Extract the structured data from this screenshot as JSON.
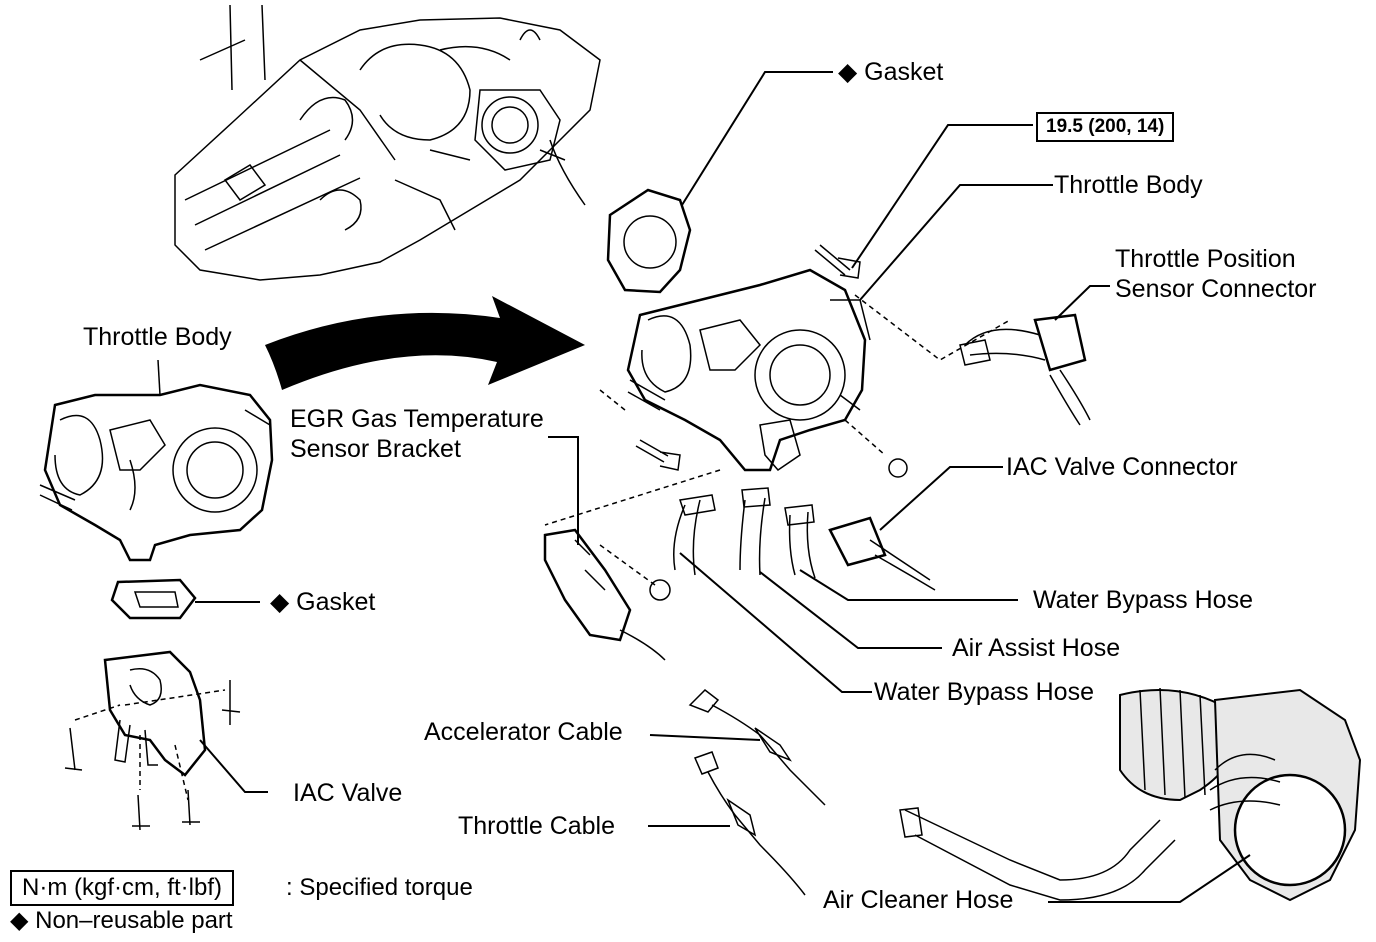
{
  "labels": {
    "gasket_top": "◆ Gasket",
    "torque_value": "19.5 (200, 14)",
    "throttle_body_right": "Throttle Body",
    "tps_connector": "Throttle Position\nSensor Connector",
    "throttle_body_left": "Throttle Body",
    "egr_bracket": "EGR Gas Temperature\nSensor Bracket",
    "iac_connector": "IAC Valve Connector",
    "gasket_left": "◆ Gasket",
    "water_bypass_hose_1": "Water Bypass Hose",
    "air_assist_hose": "Air Assist Hose",
    "water_bypass_hose_2": "Water Bypass Hose",
    "accelerator_cable": "Accelerator Cable",
    "iac_valve": "IAC Valve",
    "throttle_cable": "Throttle Cable",
    "air_cleaner_hose": "Air Cleaner Hose"
  },
  "legend": {
    "torque_unit": "N·m (kgf·cm, ft·lbf)",
    "torque_desc": ": Specified torque",
    "non_reusable": "◆ Non–reusable part"
  }
}
